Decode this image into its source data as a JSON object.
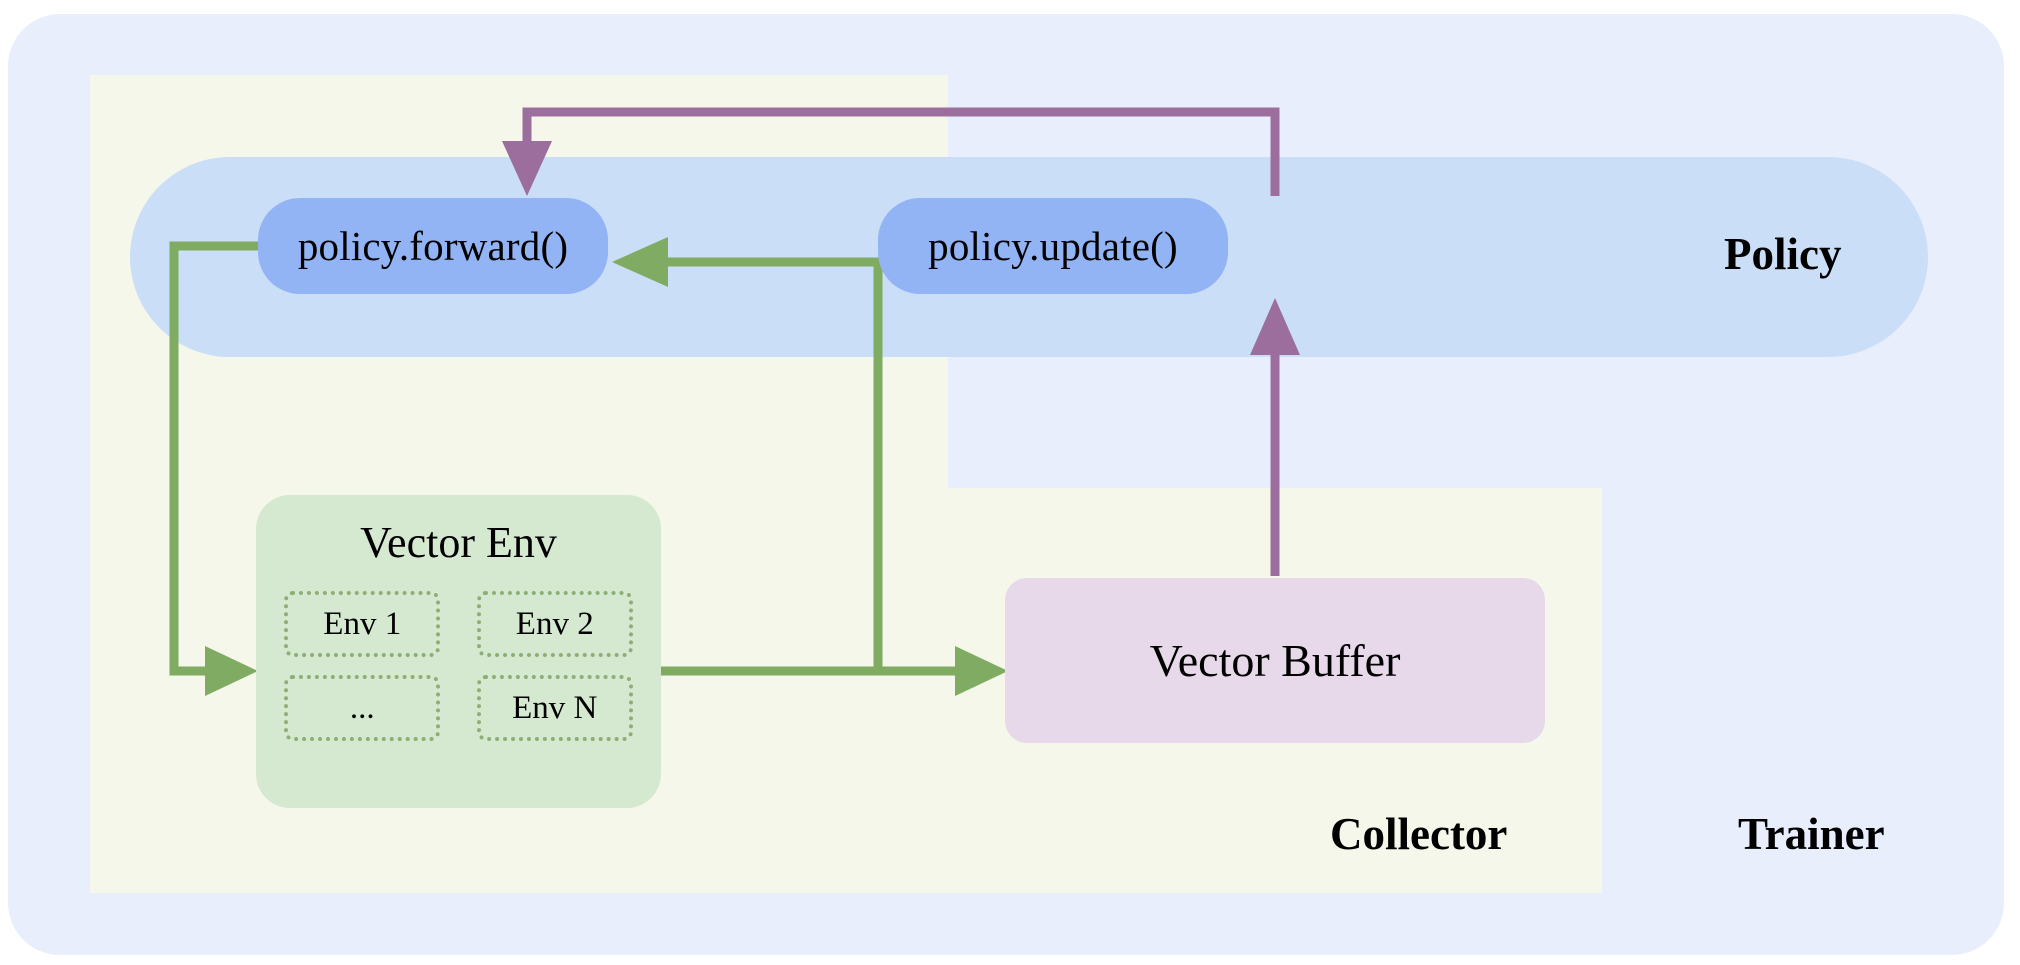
{
  "diagram": {
    "title_regions": {
      "trainer": "Trainer",
      "collector": "Collector",
      "policy": "Policy"
    },
    "nodes": {
      "policy_forward": "policy.forward()",
      "policy_update": "policy.update()",
      "vector_env": "Vector Env",
      "vector_buffer": "Vector Buffer"
    },
    "env_cells": [
      {
        "label": "Env 1"
      },
      {
        "label": "Env 2"
      },
      {
        "label": "..."
      },
      {
        "label": "Env N"
      }
    ],
    "colors": {
      "trainer_bg": "#e9eefc",
      "collector_bg": "#f4f7e9",
      "policy_bg": "#cbdef8",
      "node_blue": "#92b4f4",
      "vector_env_bg": "#d5e8d0",
      "env_cell_border": "#8fae76",
      "vector_buffer_bg": "#e7d9ea",
      "arrow_green": "#7fab62",
      "arrow_purple": "#9b6e9e"
    },
    "edges": [
      {
        "name": "forward-to-env",
        "color": "arrow_green",
        "from": "policy.forward()",
        "to": "Vector Env"
      },
      {
        "name": "env-to-forward",
        "color": "arrow_green",
        "from": "Vector Env",
        "to": "policy.forward()"
      },
      {
        "name": "env-to-buffer",
        "color": "arrow_green",
        "from": "Vector Env",
        "to": "Vector Buffer"
      },
      {
        "name": "buffer-to-update",
        "color": "arrow_purple",
        "from": "Vector Buffer",
        "to": "policy.update()"
      },
      {
        "name": "update-to-forward",
        "color": "arrow_purple",
        "from": "policy.update()",
        "to": "policy.forward()"
      }
    ]
  }
}
